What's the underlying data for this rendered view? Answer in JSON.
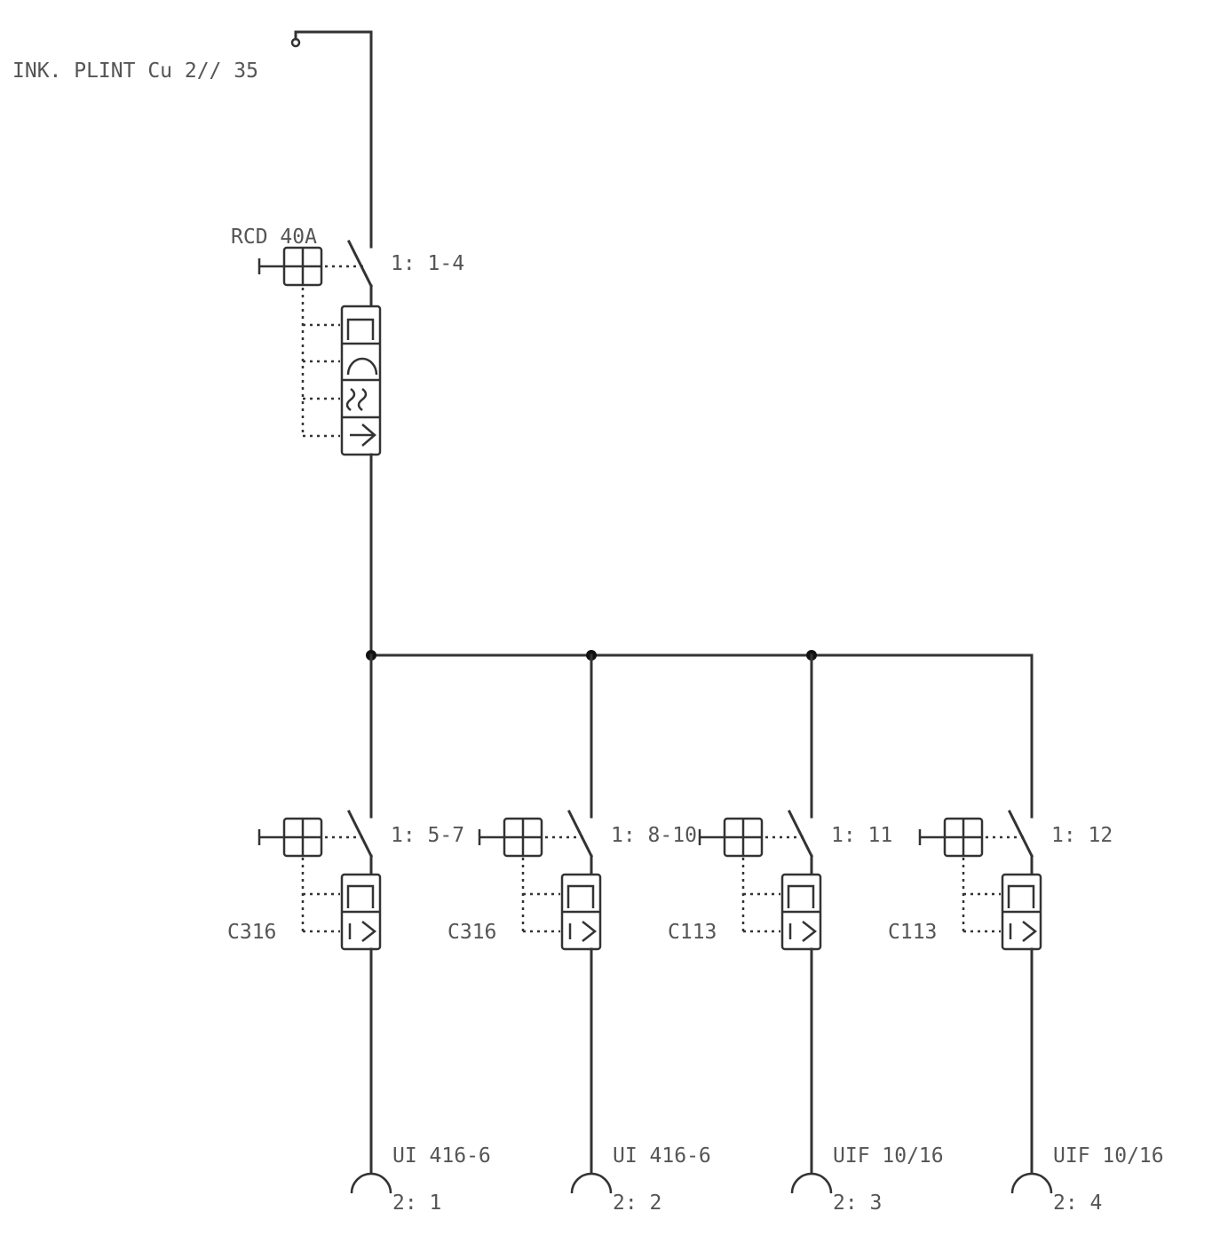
{
  "colors": {
    "line": "#333333",
    "text": "#555555",
    "background": "#ffffff"
  },
  "incoming": {
    "label": "INK. PLINT Cu 2// 35"
  },
  "rcd": {
    "label": "RCD 40A",
    "ref": "1: 1-4"
  },
  "circuits": [
    {
      "breaker": "C316",
      "ref": "1: 5-7",
      "cable": "UI 416-6",
      "outlet": "2: 1"
    },
    {
      "breaker": "C316",
      "ref": "1: 8-10",
      "cable": "UI 416-6",
      "outlet": "2: 2"
    },
    {
      "breaker": "C113",
      "ref": "1: 11",
      "cable": "UIF 10/16",
      "outlet": "2: 3"
    },
    {
      "breaker": "C113",
      "ref": "1: 12",
      "cable": "UIF 10/16",
      "outlet": "2: 4"
    }
  ]
}
